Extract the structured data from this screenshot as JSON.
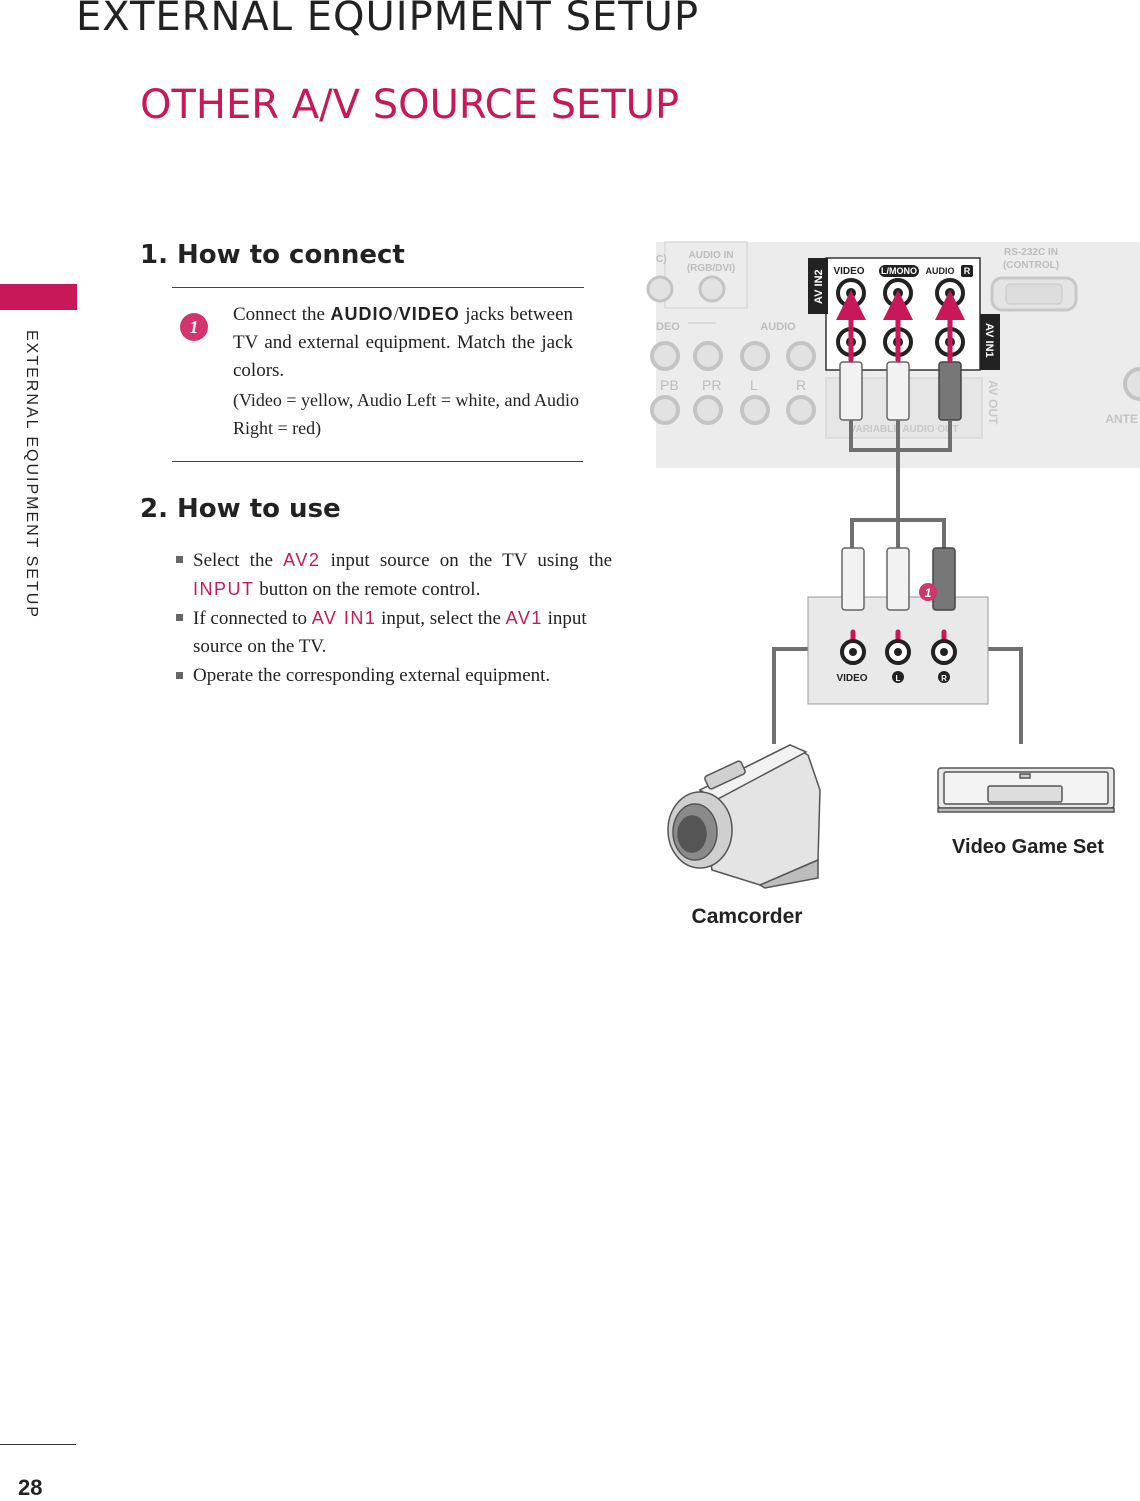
{
  "header": {
    "title": "EXTERNAL EQUIPMENT SETUP",
    "side_label": "EXTERNAL EQUIPMENT SETUP"
  },
  "page_title": "OTHER A/V SOURCE SETUP",
  "section1": {
    "heading": "1. How to connect",
    "step_number": "1",
    "text_a": "Connect the ",
    "kw_audio": "AUDIO",
    "slash": "/",
    "kw_video": "VIDEO",
    "text_b": " jacks between TV and external equipment. Match the jack colors.",
    "note": "(Video = yellow, Audio Left = white, and Audio Right = red)"
  },
  "section2": {
    "heading": "2. How to use",
    "b1_a": "Select the ",
    "b1_kw1": "AV2",
    "b1_b": " input source on the TV using the ",
    "b1_kw2": "INPUT",
    "b1_c": " button on the remote control.",
    "b2_a": "If connected to ",
    "b2_kw1": "AV IN1",
    "b2_b": " input, select the ",
    "b2_kw2": "AV1",
    "b2_c": " input source on the TV.",
    "b3": "Operate the corresponding external equipment."
  },
  "diagram": {
    "panel_labels": {
      "audio_in": "AUDIO IN",
      "rgb_dvi": "(RGB/DVI)",
      "rs232": "RS-232C IN",
      "control": "(CONTROL)",
      "c_paren": "C)",
      "video_partial": "DEO",
      "audio_group": "AUDIO",
      "pb": "PB",
      "pr": "PR",
      "l": "L",
      "r": "R",
      "antenna": "ANTE",
      "variable_audio_out": "VARIABLE AUDIO OUT",
      "av_out": "AV OUT"
    },
    "av_in2": "AV IN2",
    "av_in1": "AV IN1",
    "jack_video": "VIDEO",
    "jack_lmono": "L/MONO",
    "jack_audio": "AUDIO",
    "jack_r": "R",
    "device_video": "VIDEO",
    "device_l": "L",
    "device_r": "R",
    "callout": "1",
    "camcorder": "Camcorder",
    "game_set": "Video Game Set"
  },
  "page_number": "28",
  "colors": {
    "accent": "#c8185a",
    "panel": "#ececec",
    "cable": "#6f6f6f",
    "arrow": "#c8185a"
  }
}
